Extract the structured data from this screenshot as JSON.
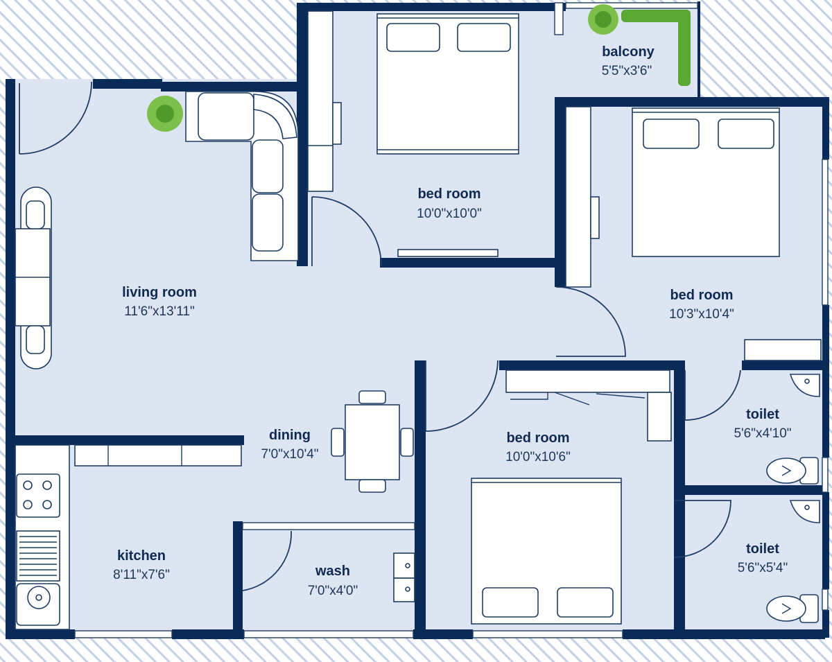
{
  "colors": {
    "wall": "#0a2b57",
    "floor": "#dde5f3",
    "hatch": "#bccbe3",
    "line": "#1e3d66",
    "plant": "#5aa832",
    "text": "#0f2a50"
  },
  "rooms": {
    "balcony": {
      "name": "balcony",
      "dims": "5'5\"x3'6\""
    },
    "bedroom1": {
      "name": "bed room",
      "dims": "10'0\"x10'0\""
    },
    "bedroom2": {
      "name": "bed room",
      "dims": "10'3\"x10'4\""
    },
    "bedroom3": {
      "name": "bed room",
      "dims": "10'0\"x10'6\""
    },
    "living": {
      "name": "living room",
      "dims": "11'6\"x13'11\""
    },
    "dining": {
      "name": "dining",
      "dims": "7'0\"x10'4\""
    },
    "kitchen": {
      "name": "kitchen",
      "dims": "8'11\"x7'6\""
    },
    "wash": {
      "name": "wash",
      "dims": "7'0\"x4'0\""
    },
    "toilet1": {
      "name": "toilet",
      "dims": "5'6\"x4'10\""
    },
    "toilet2": {
      "name": "toilet",
      "dims": "5'6\"x5'4\""
    }
  },
  "icons": {
    "plant": "potted-plant-icon",
    "bed": "double-bed-icon",
    "sofa": "l-shaped-sofa-icon",
    "stove": "gas-stove-icon",
    "sink": "kitchen-sink-icon",
    "wc": "toilet-icon",
    "basin": "wash-basin-icon",
    "table": "dining-table-icon"
  }
}
